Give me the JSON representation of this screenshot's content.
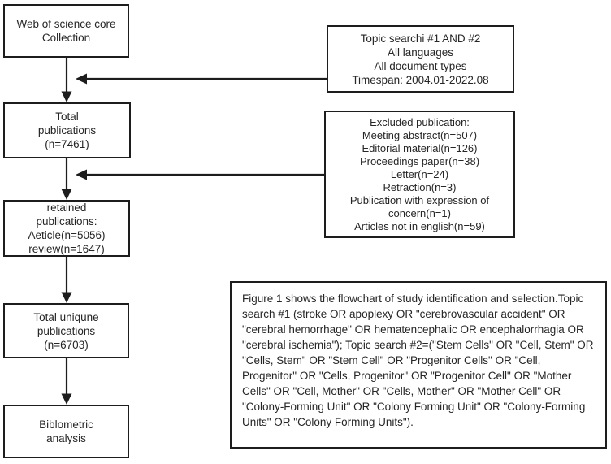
{
  "palette": {
    "line_color": "#1d1d1d",
    "text_color": "#262626",
    "background": "#ffffff"
  },
  "flowchart": {
    "left_column": [
      {
        "id": "source",
        "lines": [
          "Web of science core",
          "Collection"
        ]
      },
      {
        "id": "total",
        "lines": [
          "Total",
          "publications",
          "(n=7461)"
        ]
      },
      {
        "id": "retained",
        "lines": [
          "retained",
          "publications:",
          "Aeticle(n=5056)",
          "review(n=1647)"
        ]
      },
      {
        "id": "unique",
        "lines": [
          "Total uniqune",
          "publications",
          "(n=6703)"
        ]
      },
      {
        "id": "analysis",
        "lines": [
          "Biblometric",
          "analysis"
        ]
      }
    ],
    "side_boxes": [
      {
        "id": "search-criteria",
        "lines": [
          "Topic searchi #1 AND #2",
          "All languages",
          "All document types",
          "Timespan: 2004.01-2022.08"
        ]
      },
      {
        "id": "excluded",
        "lines": [
          "Excluded publication:",
          "Meeting abstract(n=507)",
          "Editorial material(n=126)",
          "Proceedings paper(n=38)",
          "Letter(n=24)",
          "Retraction(n=3)",
          "Publication with expression of",
          "concern(n=1)",
          "Articles not in english(n=59)"
        ]
      }
    ],
    "caption": "Figure 1 shows the flowchart of study identification and selection.Topic search #1  (stroke OR apoplexy OR \"cerebrovascular accident\" OR \"cerebral hemorrhage\" OR hematencephalic OR encephalorrhagia OR \"cerebral ischemia\");  Topic search #2=(\"Stem Cells\" OR \"Cell, Stem\" OR \"Cells, Stem\" OR \"Stem Cell\" OR \"Progenitor Cells\" OR \"Cell, Progenitor\" OR \"Cells, Progenitor\" OR \"Progenitor Cell\" OR \"Mother Cells\" OR \"Cell, Mother\" OR \"Cells, Mother\" OR \"Mother Cell\" OR \"Colony-Forming Unit\" OR \"Colony Forming Unit\" OR \"Colony-Forming Units\" OR \"Colony Forming Units\")."
  }
}
